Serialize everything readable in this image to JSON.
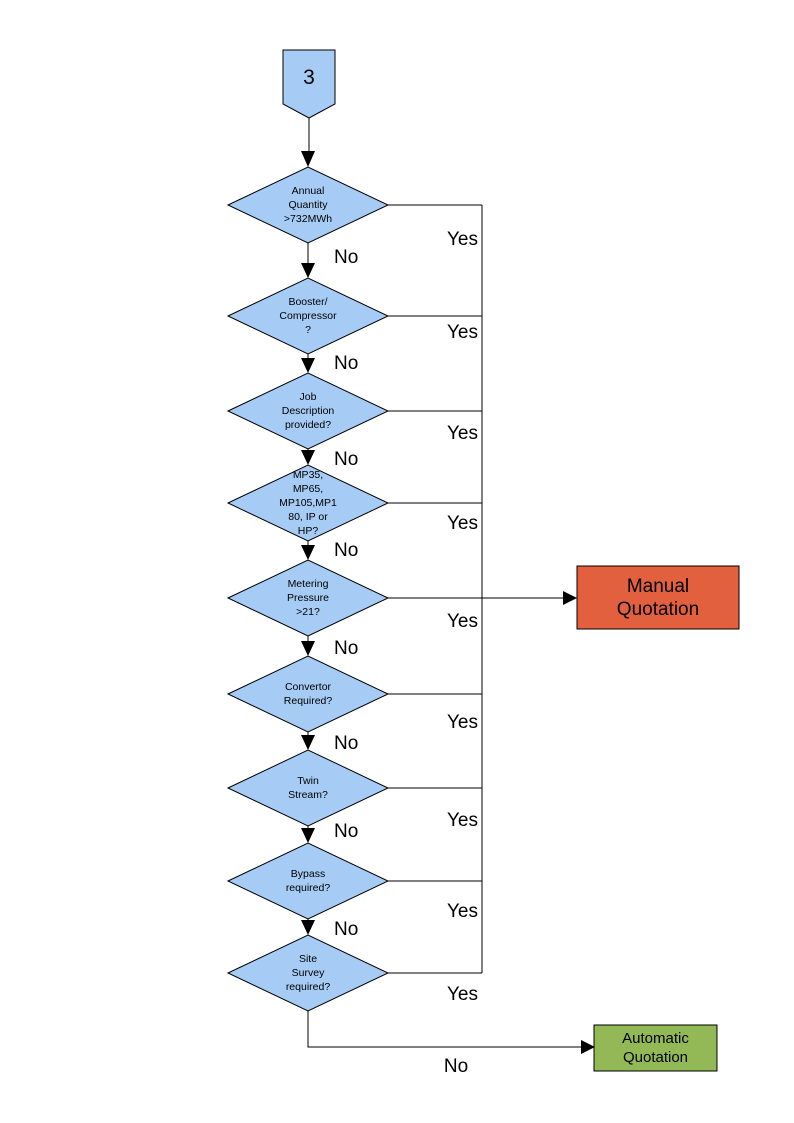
{
  "connector": {
    "label": "3"
  },
  "decisions": [
    {
      "id": "annual-quantity",
      "label": "Annual\nQuantity\n>732MWh"
    },
    {
      "id": "booster-compressor",
      "label": "Booster/\nCompressor\n?"
    },
    {
      "id": "job-description",
      "label": "Job\nDescription\nprovided?"
    },
    {
      "id": "meter-type",
      "label": "MP35,\nMP65,\nMP105,MP1\n80, IP or\nHP?"
    },
    {
      "id": "metering-pressure",
      "label": "Metering\nPressure\n>21?"
    },
    {
      "id": "convertor",
      "label": "Convertor\nRequired?"
    },
    {
      "id": "twin-stream",
      "label": "Twin\nStream?"
    },
    {
      "id": "bypass",
      "label": "Bypass\nrequired?"
    },
    {
      "id": "site-survey",
      "label": "Site\nSurvey\nrequired?"
    }
  ],
  "edge_labels": {
    "yes": "Yes",
    "no": "No"
  },
  "outcomes": {
    "manual": {
      "label": "Manual\nQuotation",
      "fill": "#e2603e"
    },
    "automatic": {
      "label": "Automatic\nQuotation",
      "fill": "#92b956"
    }
  },
  "colors": {
    "shape_fill": "#a6cbf5",
    "shape_stroke": "#000000",
    "line": "#000000",
    "text": "#000000"
  }
}
